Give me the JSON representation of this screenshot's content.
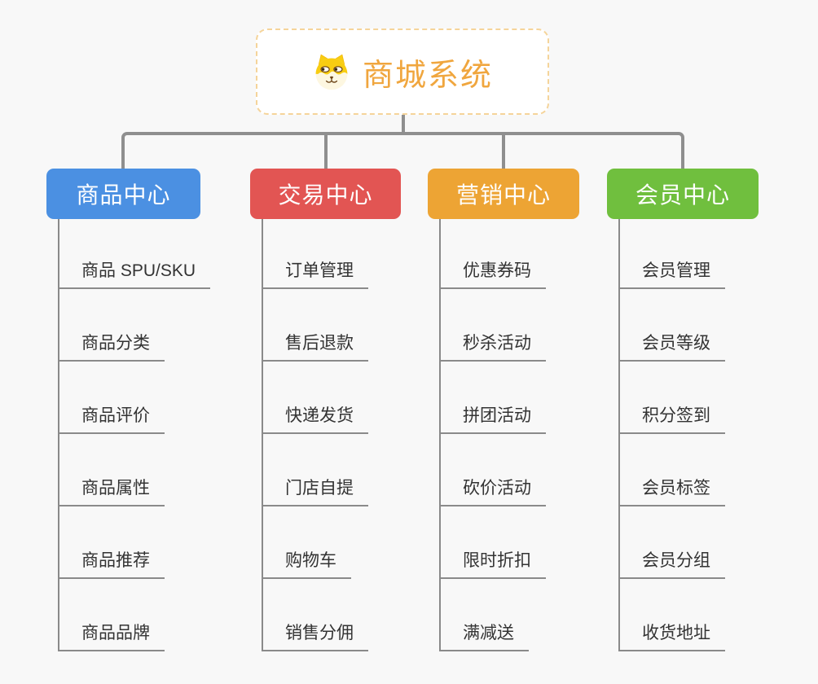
{
  "root": {
    "title": "商城系统",
    "icon": "dog-face-icon"
  },
  "branches": [
    {
      "label": "商品中心",
      "color": "#4b90e2",
      "children": [
        "商品 SPU/SKU",
        "商品分类",
        "商品评价",
        "商品属性",
        "商品推荐",
        "商品品牌"
      ]
    },
    {
      "label": "交易中心",
      "color": "#e25553",
      "children": [
        "订单管理",
        "售后退款",
        "快递发货",
        "门店自提",
        "购物车",
        "销售分佣"
      ]
    },
    {
      "label": "营销中心",
      "color": "#eda434",
      "children": [
        "优惠券码",
        "秒杀活动",
        "拼团活动",
        "砍价活动",
        "限时折扣",
        "满减送"
      ]
    },
    {
      "label": "会员中心",
      "color": "#70bf3e",
      "children": [
        "会员管理",
        "会员等级",
        "积分签到",
        "会员标签",
        "会员分组",
        "收货地址"
      ]
    }
  ],
  "colors": {
    "background": "#f8f8f8",
    "connector": "#8f8f8f",
    "root_text": "#f0a63e",
    "root_border": "#f5d49a",
    "item_text": "#333333"
  }
}
